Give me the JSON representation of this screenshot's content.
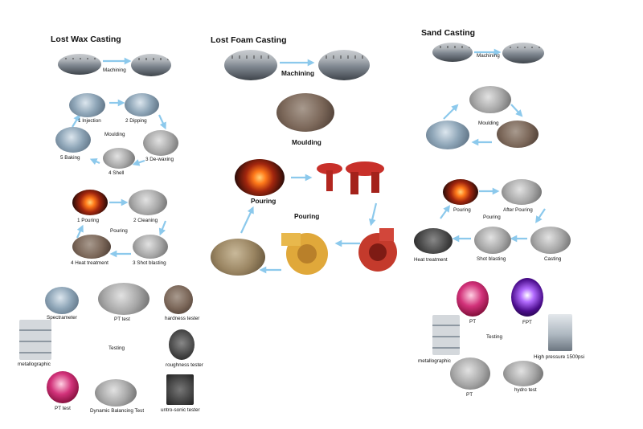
{
  "sections": {
    "lost_wax": {
      "title": "Lost Wax Casting",
      "machining": "Machining",
      "moulding": {
        "center": "Moulding",
        "injection": "1 Injection",
        "dipping": "2 Dipping",
        "dewaxing": "3 De-waxing",
        "shell": "4 Shell",
        "baking": "5 Baking"
      },
      "pouring": {
        "center": "Pouring",
        "pouring": "1 Pouring",
        "cleaning": "2 Cleaning",
        "shot_blasting": "3 Shot blasting",
        "heat_treatment": "4 Heat treatment"
      },
      "testing": {
        "center": "Testing",
        "spectrameter": "Spectrameter",
        "pt_test_top": "PT test",
        "hardness_tester": "hardness tester",
        "roughness_tester": "roughness tester",
        "untrosonic_tester": "untro-sonic  tester",
        "dynamic_balancing": "Dynamic Balancing Test",
        "pt_test_bottom": "PT test",
        "metallographic": "metallographic"
      }
    },
    "lost_foam": {
      "title": "Lost Foam Casting",
      "machining": "Machining",
      "moulding": "Moulding",
      "pouring_center": "Pouring",
      "pouring_label": "Pouring"
    },
    "sand": {
      "title": "Sand Casting",
      "machining": "Machining",
      "moulding": "Moulding",
      "pouring": {
        "center": "Pouring",
        "pouring": "Pouring",
        "after_pouring": "After Pouring",
        "casting": "Casting",
        "shot_blasting": "Shot blasting",
        "heat_treatment": "Heat treatment"
      },
      "testing": {
        "center": "Testing",
        "pt_top": "PT",
        "fpt": "FPT",
        "high_pressure": "High pressure 1500psi",
        "hydro_test": "hydro test",
        "pt_bottom": "PT",
        "metallographic": "metallographic"
      }
    }
  },
  "colors": {
    "arrow": "#8cc9ec",
    "label": "#111111",
    "foam_red": "#c8302a",
    "foam_yellow": "#e0a83a"
  }
}
